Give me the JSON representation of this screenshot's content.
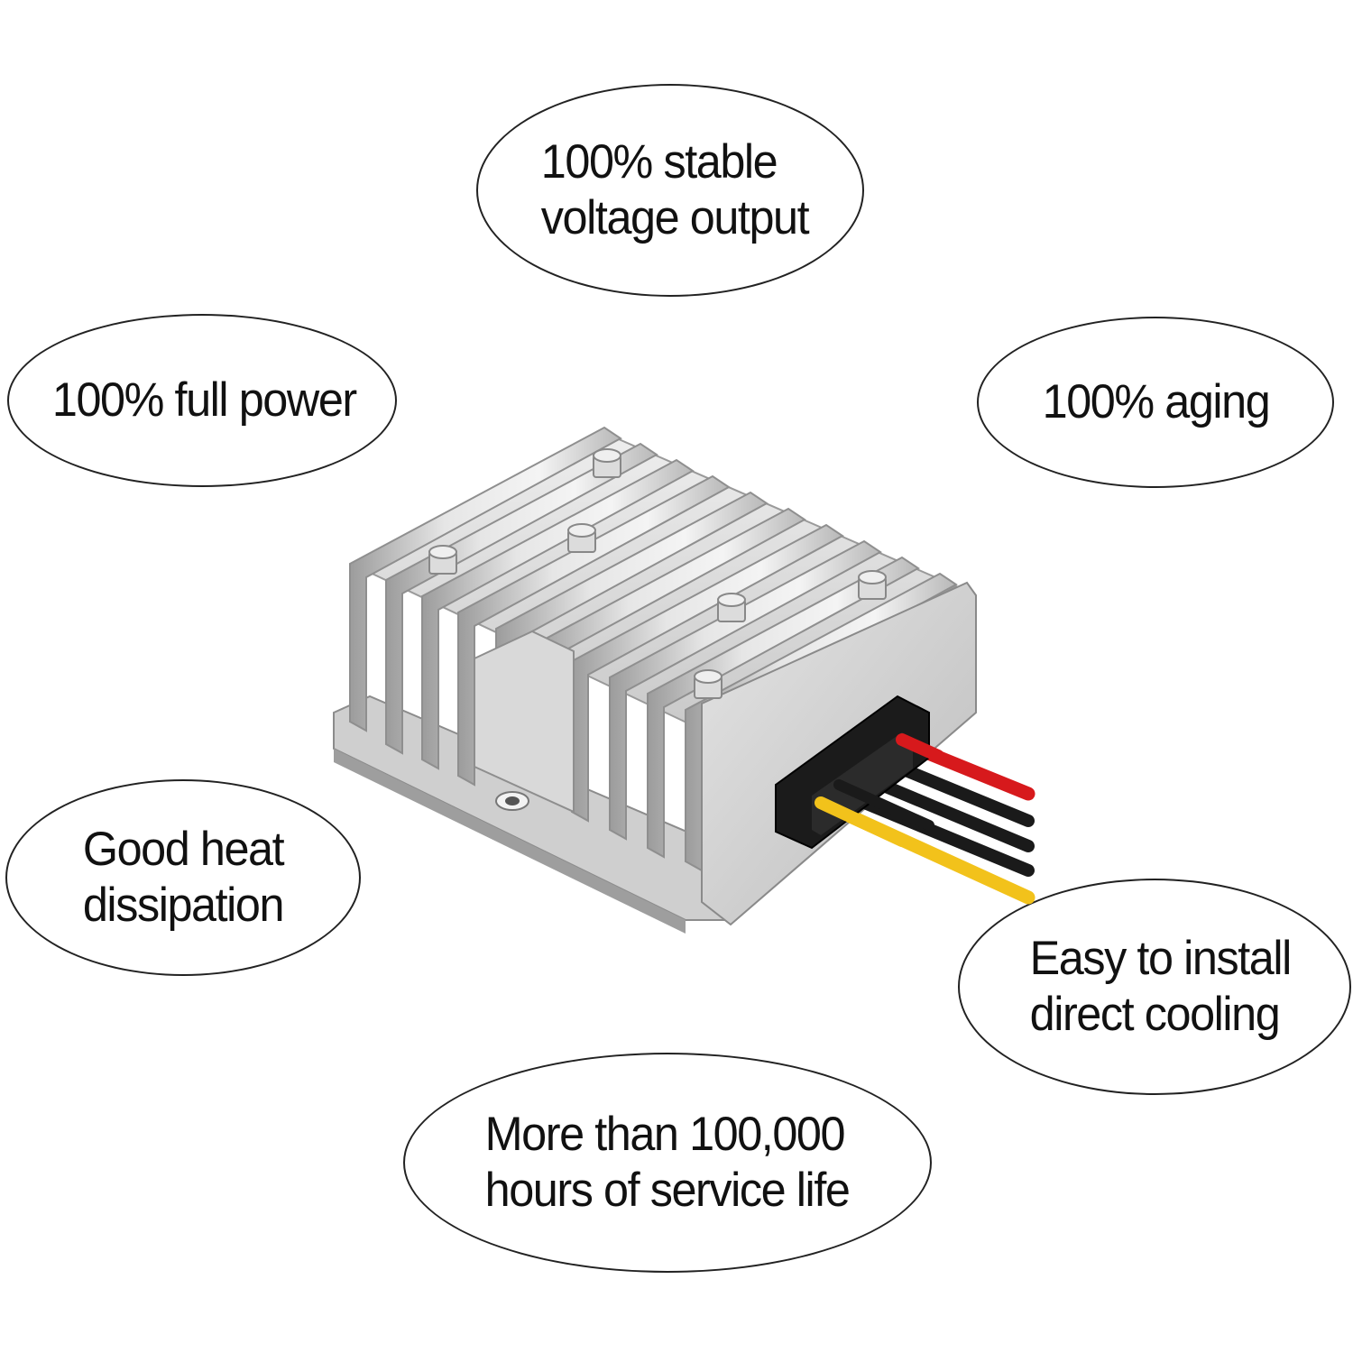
{
  "features": {
    "stable_voltage": {
      "line1": "100% stable",
      "line2": "voltage output"
    },
    "full_power": {
      "line1": "100% full power"
    },
    "aging": {
      "line1": "100% aging"
    },
    "heat_dissipation": {
      "line1": "Good heat",
      "line2": "dissipation"
    },
    "easy_install": {
      "line1": "Easy to install",
      "line2": "direct cooling"
    },
    "service_life": {
      "line1": "More than 100,000",
      "line2": "hours of service life"
    }
  },
  "colors": {
    "aluminum": "#d8d8d8",
    "aluminum_shadow": "#a9a9a9",
    "wire_red": "#d7191c",
    "wire_yellow": "#f2c21b",
    "wire_black": "#1a1a1a",
    "grommet": "#1b1b1b",
    "bubble_border": "#222222"
  },
  "icons": {
    "product": "dc-dc-converter-heatsink-icon"
  }
}
